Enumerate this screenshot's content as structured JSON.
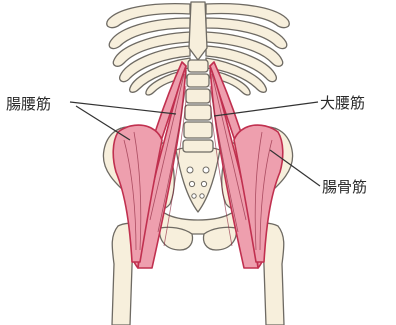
{
  "labels": {
    "iliopsoas": "腸腰筋",
    "psoas_major": "大腰筋",
    "iliacus": "腸骨筋"
  },
  "colors": {
    "bone_fill": "#f7efdc",
    "bone_outline": "#6e6a63",
    "muscle_fill": "#ee9fae",
    "muscle_dark": "#c0304f",
    "muscle_line": "#8e2a40",
    "leader_line": "#333333"
  }
}
